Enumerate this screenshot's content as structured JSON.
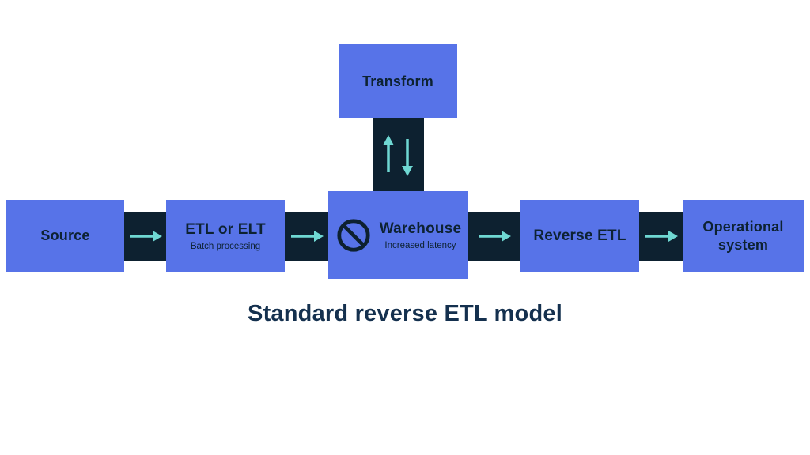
{
  "title": "Standard reverse ETL model",
  "colors": {
    "background": "#ffffff",
    "box_blue": "#5773e8",
    "dark_navy": "#0d2130",
    "arrow_teal": "#6fd8d3",
    "text_navy": "#0d2232",
    "title_navy": "#14304e"
  },
  "nodes": {
    "transform": {
      "label": "Transform"
    },
    "source": {
      "label": "Source"
    },
    "etl": {
      "label": "ETL or ELT",
      "sublabel": "Batch processing"
    },
    "warehouse": {
      "label": "Warehouse",
      "sublabel": "Increased latency",
      "icon": "prohibition-icon"
    },
    "reverse_etl": {
      "label": "Reverse ETL"
    },
    "operational_system": {
      "label": "Operational system"
    }
  }
}
